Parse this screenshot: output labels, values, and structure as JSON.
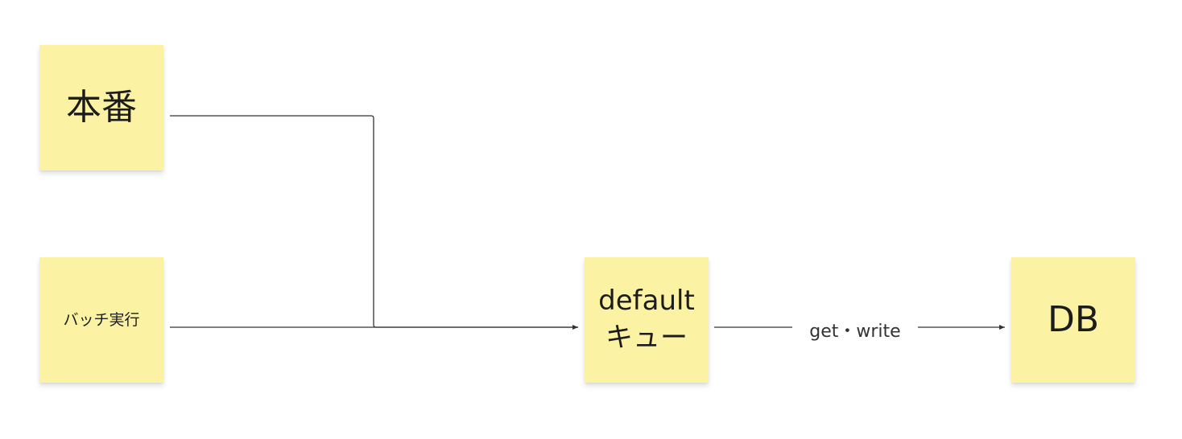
{
  "notes": {
    "honban": {
      "label": "本番"
    },
    "batch": {
      "label": "バッチ実行"
    },
    "queue": {
      "line1": "default",
      "line2": "キュー"
    },
    "db": {
      "label": "DB"
    }
  },
  "edges": {
    "queue_to_db": {
      "label": "get・write"
    }
  },
  "colors": {
    "sticky_fill": "#fbf3a3",
    "connector": "#333333"
  }
}
